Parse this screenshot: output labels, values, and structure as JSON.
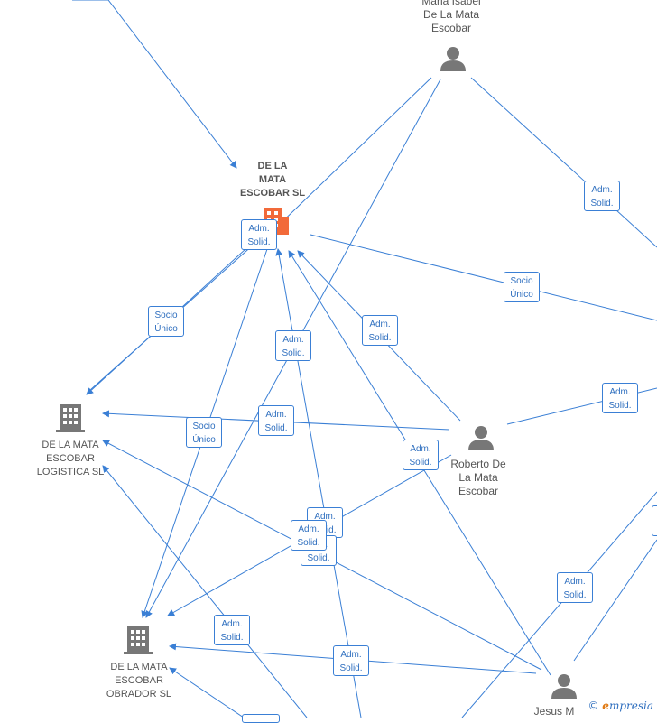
{
  "colors": {
    "edge": "#3a7fd5",
    "company_icon": "#777777",
    "main_icon": "#f26a3a",
    "person_icon": "#777777"
  },
  "nodes": {
    "main_company": {
      "label": "DE LA\nMATA\nESCOBAR  SL"
    },
    "logistica": {
      "label": "DE LA MATA\nESCOBAR\nLOGISTICA  SL"
    },
    "obrador": {
      "label": "DE LA MATA\nESCOBAR\nOBRADOR  SL"
    },
    "maria": {
      "label": "Maria Isabel\nDe La Mata\nEscobar"
    },
    "roberto": {
      "label": "Roberto De\nLa Mata\nEscobar"
    },
    "jesus": {
      "label": "Jesus M"
    }
  },
  "edge_labels": {
    "adm_solid": "Adm.\nSolid.",
    "socio_unico": "Socio\nÚnico"
  },
  "brand": {
    "copyright": "©",
    "e": "e",
    "rest": "mpresia"
  }
}
